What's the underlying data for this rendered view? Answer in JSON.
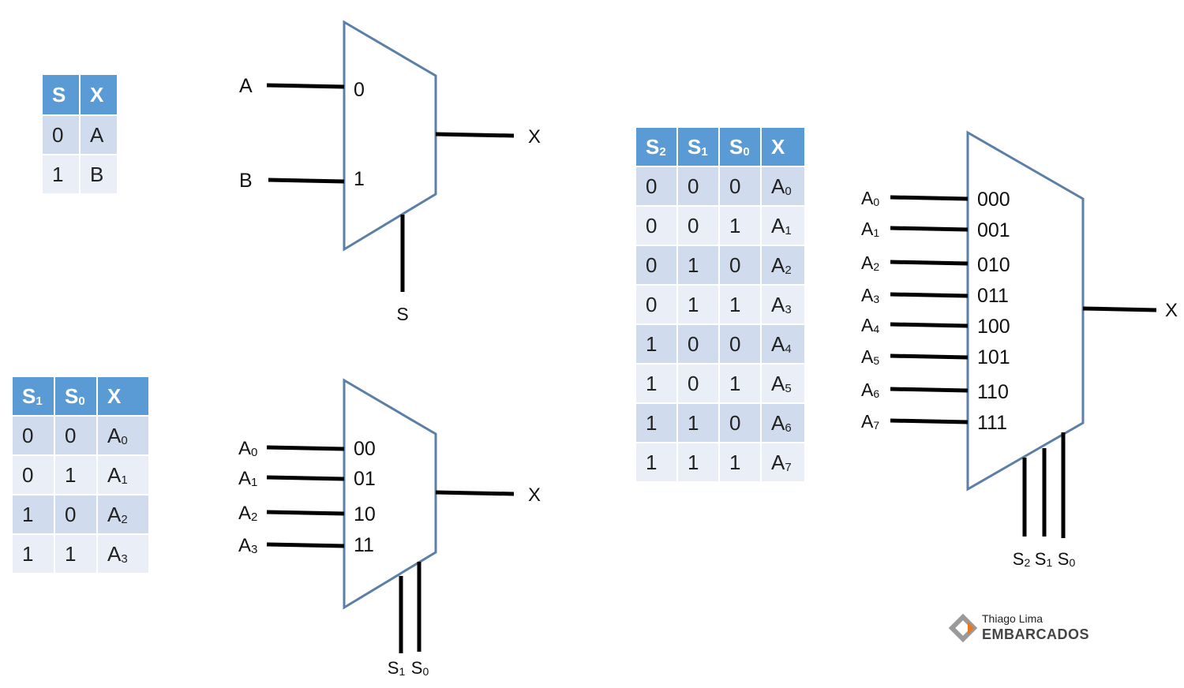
{
  "tables": {
    "mux2": {
      "headers": [
        "S",
        "X"
      ],
      "rows": [
        [
          "0",
          "A"
        ],
        [
          "1",
          "B"
        ]
      ]
    },
    "mux4": {
      "headers": [
        "S1",
        "S0",
        "X"
      ],
      "rows": [
        [
          "0",
          "0",
          "A0"
        ],
        [
          "0",
          "1",
          "A1"
        ],
        [
          "1",
          "0",
          "A2"
        ],
        [
          "1",
          "1",
          "A3"
        ]
      ]
    },
    "mux8": {
      "headers": [
        "S2",
        "S1",
        "S0",
        "X"
      ],
      "rows": [
        [
          "0",
          "0",
          "0",
          "A0"
        ],
        [
          "0",
          "0",
          "1",
          "A1"
        ],
        [
          "0",
          "1",
          "0",
          "A2"
        ],
        [
          "0",
          "1",
          "1",
          "A3"
        ],
        [
          "1",
          "0",
          "0",
          "A4"
        ],
        [
          "1",
          "0",
          "1",
          "A5"
        ],
        [
          "1",
          "1",
          "0",
          "A6"
        ],
        [
          "1",
          "1",
          "1",
          "A7"
        ]
      ]
    }
  },
  "muxes": {
    "mux2": {
      "inputs": [
        {
          "name": "A",
          "port": "0"
        },
        {
          "name": "B",
          "port": "1"
        }
      ],
      "output": "X",
      "selects": [
        "S"
      ]
    },
    "mux4": {
      "inputs": [
        {
          "name": "A0",
          "port": "00"
        },
        {
          "name": "A1",
          "port": "01"
        },
        {
          "name": "A2",
          "port": "10"
        },
        {
          "name": "A3",
          "port": "11"
        }
      ],
      "output": "X",
      "selects": [
        "S1",
        "S0"
      ]
    },
    "mux8": {
      "inputs": [
        {
          "name": "A0",
          "port": "000"
        },
        {
          "name": "A1",
          "port": "001"
        },
        {
          "name": "A2",
          "port": "010"
        },
        {
          "name": "A3",
          "port": "011"
        },
        {
          "name": "A4",
          "port": "100"
        },
        {
          "name": "A5",
          "port": "101"
        },
        {
          "name": "A6",
          "port": "110"
        },
        {
          "name": "A7",
          "port": "111"
        }
      ],
      "output": "X",
      "selects": [
        "S2",
        "S1",
        "S0"
      ]
    }
  },
  "logo": {
    "author": "Thiago Lima",
    "brand": "EMBARCADOS"
  },
  "colors": {
    "header": "#5b9bd5",
    "row_dark": "#d0dced",
    "row_light": "#e9eef7",
    "mux_outline": "#5b7fa6",
    "wire": "#000000",
    "logo_orange": "#e87722",
    "logo_gray": "#9a9a9a"
  }
}
